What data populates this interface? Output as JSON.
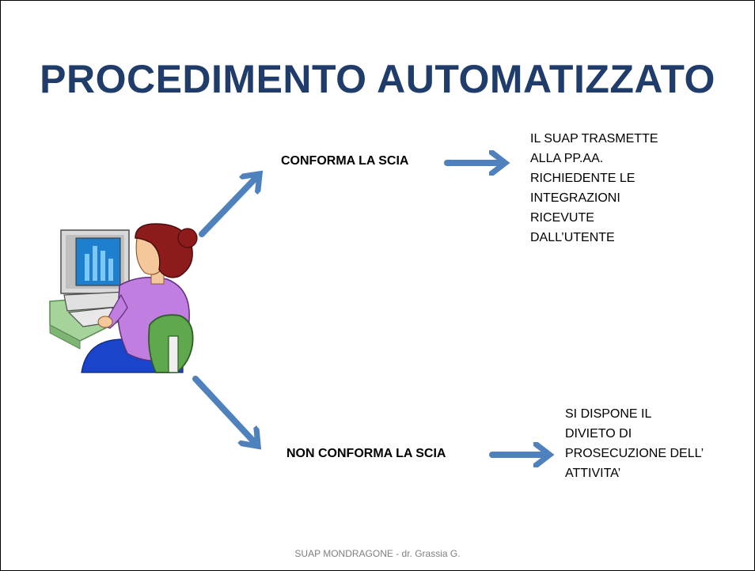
{
  "slide": {
    "title": "PROCEDIMENTO AUTOMATIZZATO",
    "branch_conform": {
      "label": "CONFORMA LA SCIA",
      "result": "IL SUAP TRASMETTE\nALLA PP.AA.\nRICHIEDENTE LE\nINTEGRAZIONI\nRICEVUTE\nDALL’UTENTE"
    },
    "branch_nonconform": {
      "label": "NON CONFORMA LA SCIA",
      "result": " SI DISPONE IL\nDIVIETO DI\nPROSECUZIONE DELL’\nATTIVITA’"
    },
    "footer": "SUAP MONDRAGONE - dr. Grassia G."
  },
  "colors": {
    "title": "#1f3c6b",
    "arrow": "#4f81bd",
    "footer": "#7f7f7f"
  },
  "icons": [
    "computer-user-clipart",
    "arrow-icon"
  ]
}
